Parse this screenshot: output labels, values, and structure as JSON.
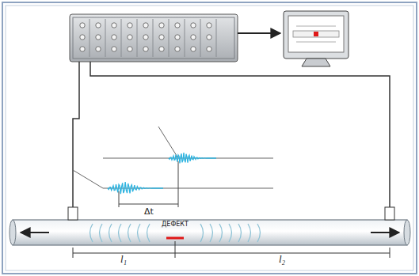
{
  "diagram": {
    "labels": [
      "ДЕФЕКТ",
      "l₁",
      "l₂",
      "Δt"
    ]
  }
}
